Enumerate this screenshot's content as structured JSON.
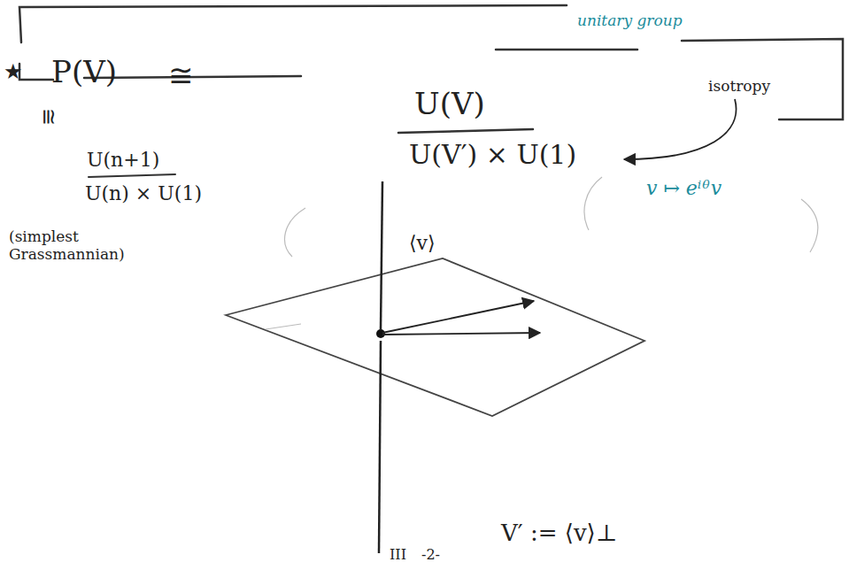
{
  "diagram": {
    "labels": [
      "★",
      "P(V)",
      "≅",
      "U(V)",
      "U(V′) × U(1)",
      "unitary group",
      "isotropy",
      "v ↦ eⁱᶿv",
      "≅",
      "U(n+1)",
      "U(n) × U(1)",
      "(simplest Grassmannian)",
      "⟨v⟩",
      "V′ := ⟨v⟩⊥",
      "III",
      "-2-"
    ]
  }
}
